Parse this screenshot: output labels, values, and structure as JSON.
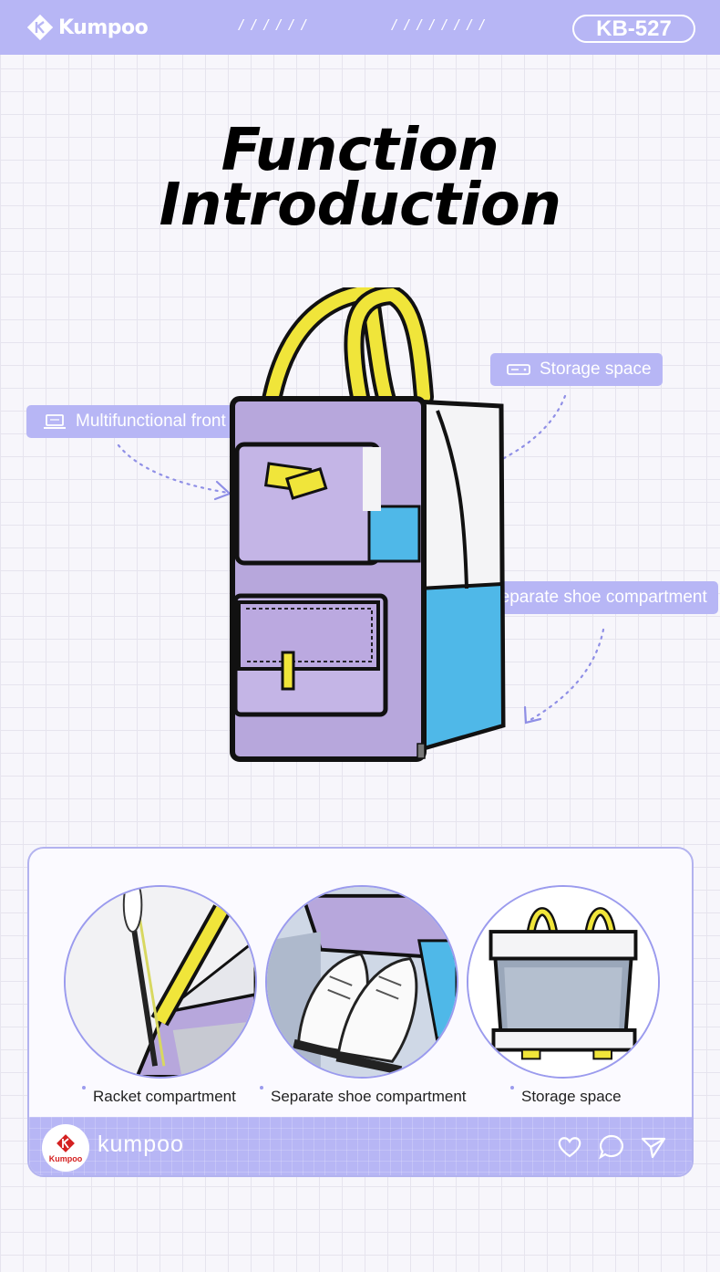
{
  "header": {
    "brand": "Kumpoo",
    "model": "KB-527",
    "slashes_left": "//////",
    "slashes_right": "////////"
  },
  "headline": {
    "line1": "Function",
    "line2": "Introduction"
  },
  "labels": {
    "storage": "Storage space",
    "front_pocket": "Multifunctional front pocket",
    "shoe": "Separate shoe compartment"
  },
  "features": [
    {
      "caption": "Racket compartment"
    },
    {
      "caption": "Separate shoe compartment"
    },
    {
      "caption": "Storage space"
    }
  ],
  "footer": {
    "logo_text": "Kumpoo",
    "name": "kumpoo"
  },
  "colors": {
    "accent": "#b7b6f5",
    "bag_lilac": "#b7a7dc",
    "bag_white": "#f4f4f6",
    "bag_blue": "#4fb8e8",
    "bag_yellow": "#f0e53a",
    "logo_red": "#d42020"
  },
  "icons": {
    "storage": "drive-icon",
    "front_pocket": "laptop-icon",
    "shoe": "laptop-icon",
    "footer": [
      "heart-icon",
      "chat-icon",
      "send-icon"
    ]
  }
}
